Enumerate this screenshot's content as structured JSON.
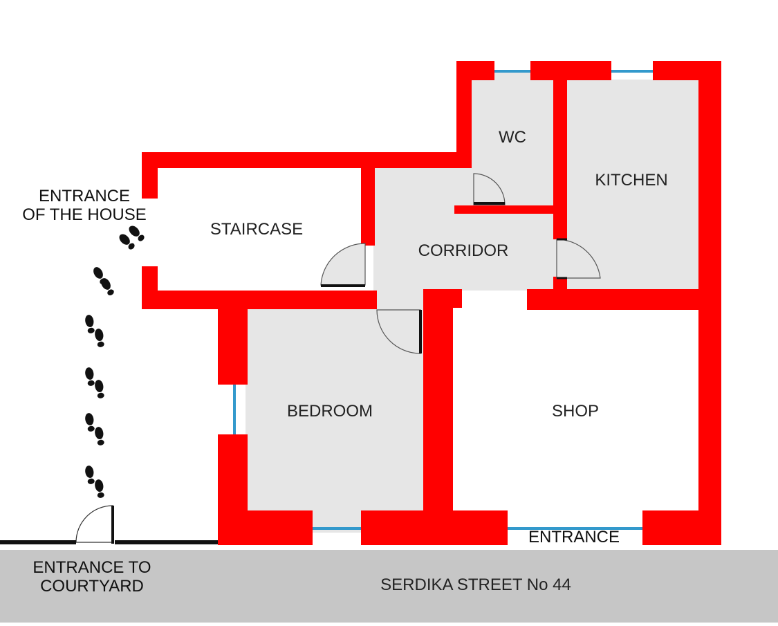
{
  "rooms": {
    "wc": "WC",
    "kitchen": "KITCHEN",
    "staircase": "STAIRCASE",
    "corridor": "CORRIDOR",
    "bedroom": "BEDROOM",
    "shop": "SHOP"
  },
  "labels": {
    "entrance_house": [
      "ENTRANCE",
      "OF THE HOUSE"
    ],
    "entrance_courtyard": [
      "ENTRANCE TO",
      "COURTYARD"
    ],
    "shop_entrance": "ENTRANCE",
    "street": "SERDIKA STREET No 44"
  },
  "colors": {
    "wall": "#ff0000",
    "floor": "#e6e6e6",
    "street": "#c6c6c6",
    "window": "#3399cc",
    "door": "#111111"
  },
  "icons": [
    "footprint-icon"
  ]
}
